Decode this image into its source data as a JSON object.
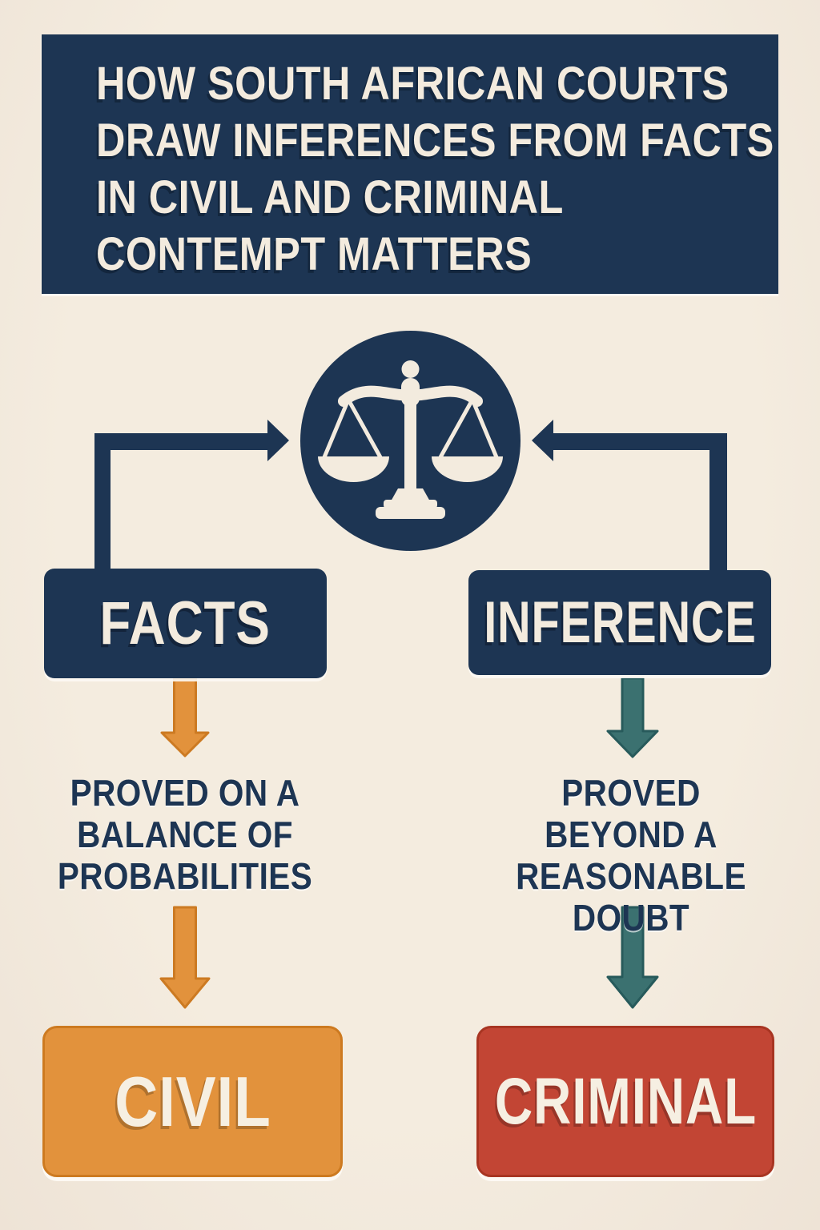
{
  "diagram": {
    "title": {
      "lines": [
        "HOW SOUTH AFRICAN COURTS",
        "DRAW INFERENCES FROM FACTS",
        "IN CIVIL AND CRIMINAL",
        "CONTEMPT MATTERS"
      ]
    },
    "center_icon": {
      "name": "scales-of-justice"
    },
    "nodes": {
      "facts": {
        "label": "FACTS"
      },
      "inference": {
        "label": "INFERENCE"
      },
      "civil": {
        "label": "CIVIL"
      },
      "criminal": {
        "label": "CRIMINAL"
      }
    },
    "standards": {
      "civil": {
        "lines": [
          "PROVED ON A",
          "BALANCE OF",
          "PROBABILITIES"
        ]
      },
      "criminal": {
        "lines": [
          "PROVED BEYOND A",
          "REASONABLE",
          "DOUBT"
        ]
      }
    },
    "colors": {
      "background": "#f2e9de",
      "navy": "#1d3553",
      "cream_text": "#f3ebde",
      "orange": "#e2923c",
      "orange_border": "#cd7a20",
      "teal": "#3b7170",
      "teal_border": "#275a5b",
      "red": "#c24534",
      "red_border": "#a83522"
    }
  }
}
